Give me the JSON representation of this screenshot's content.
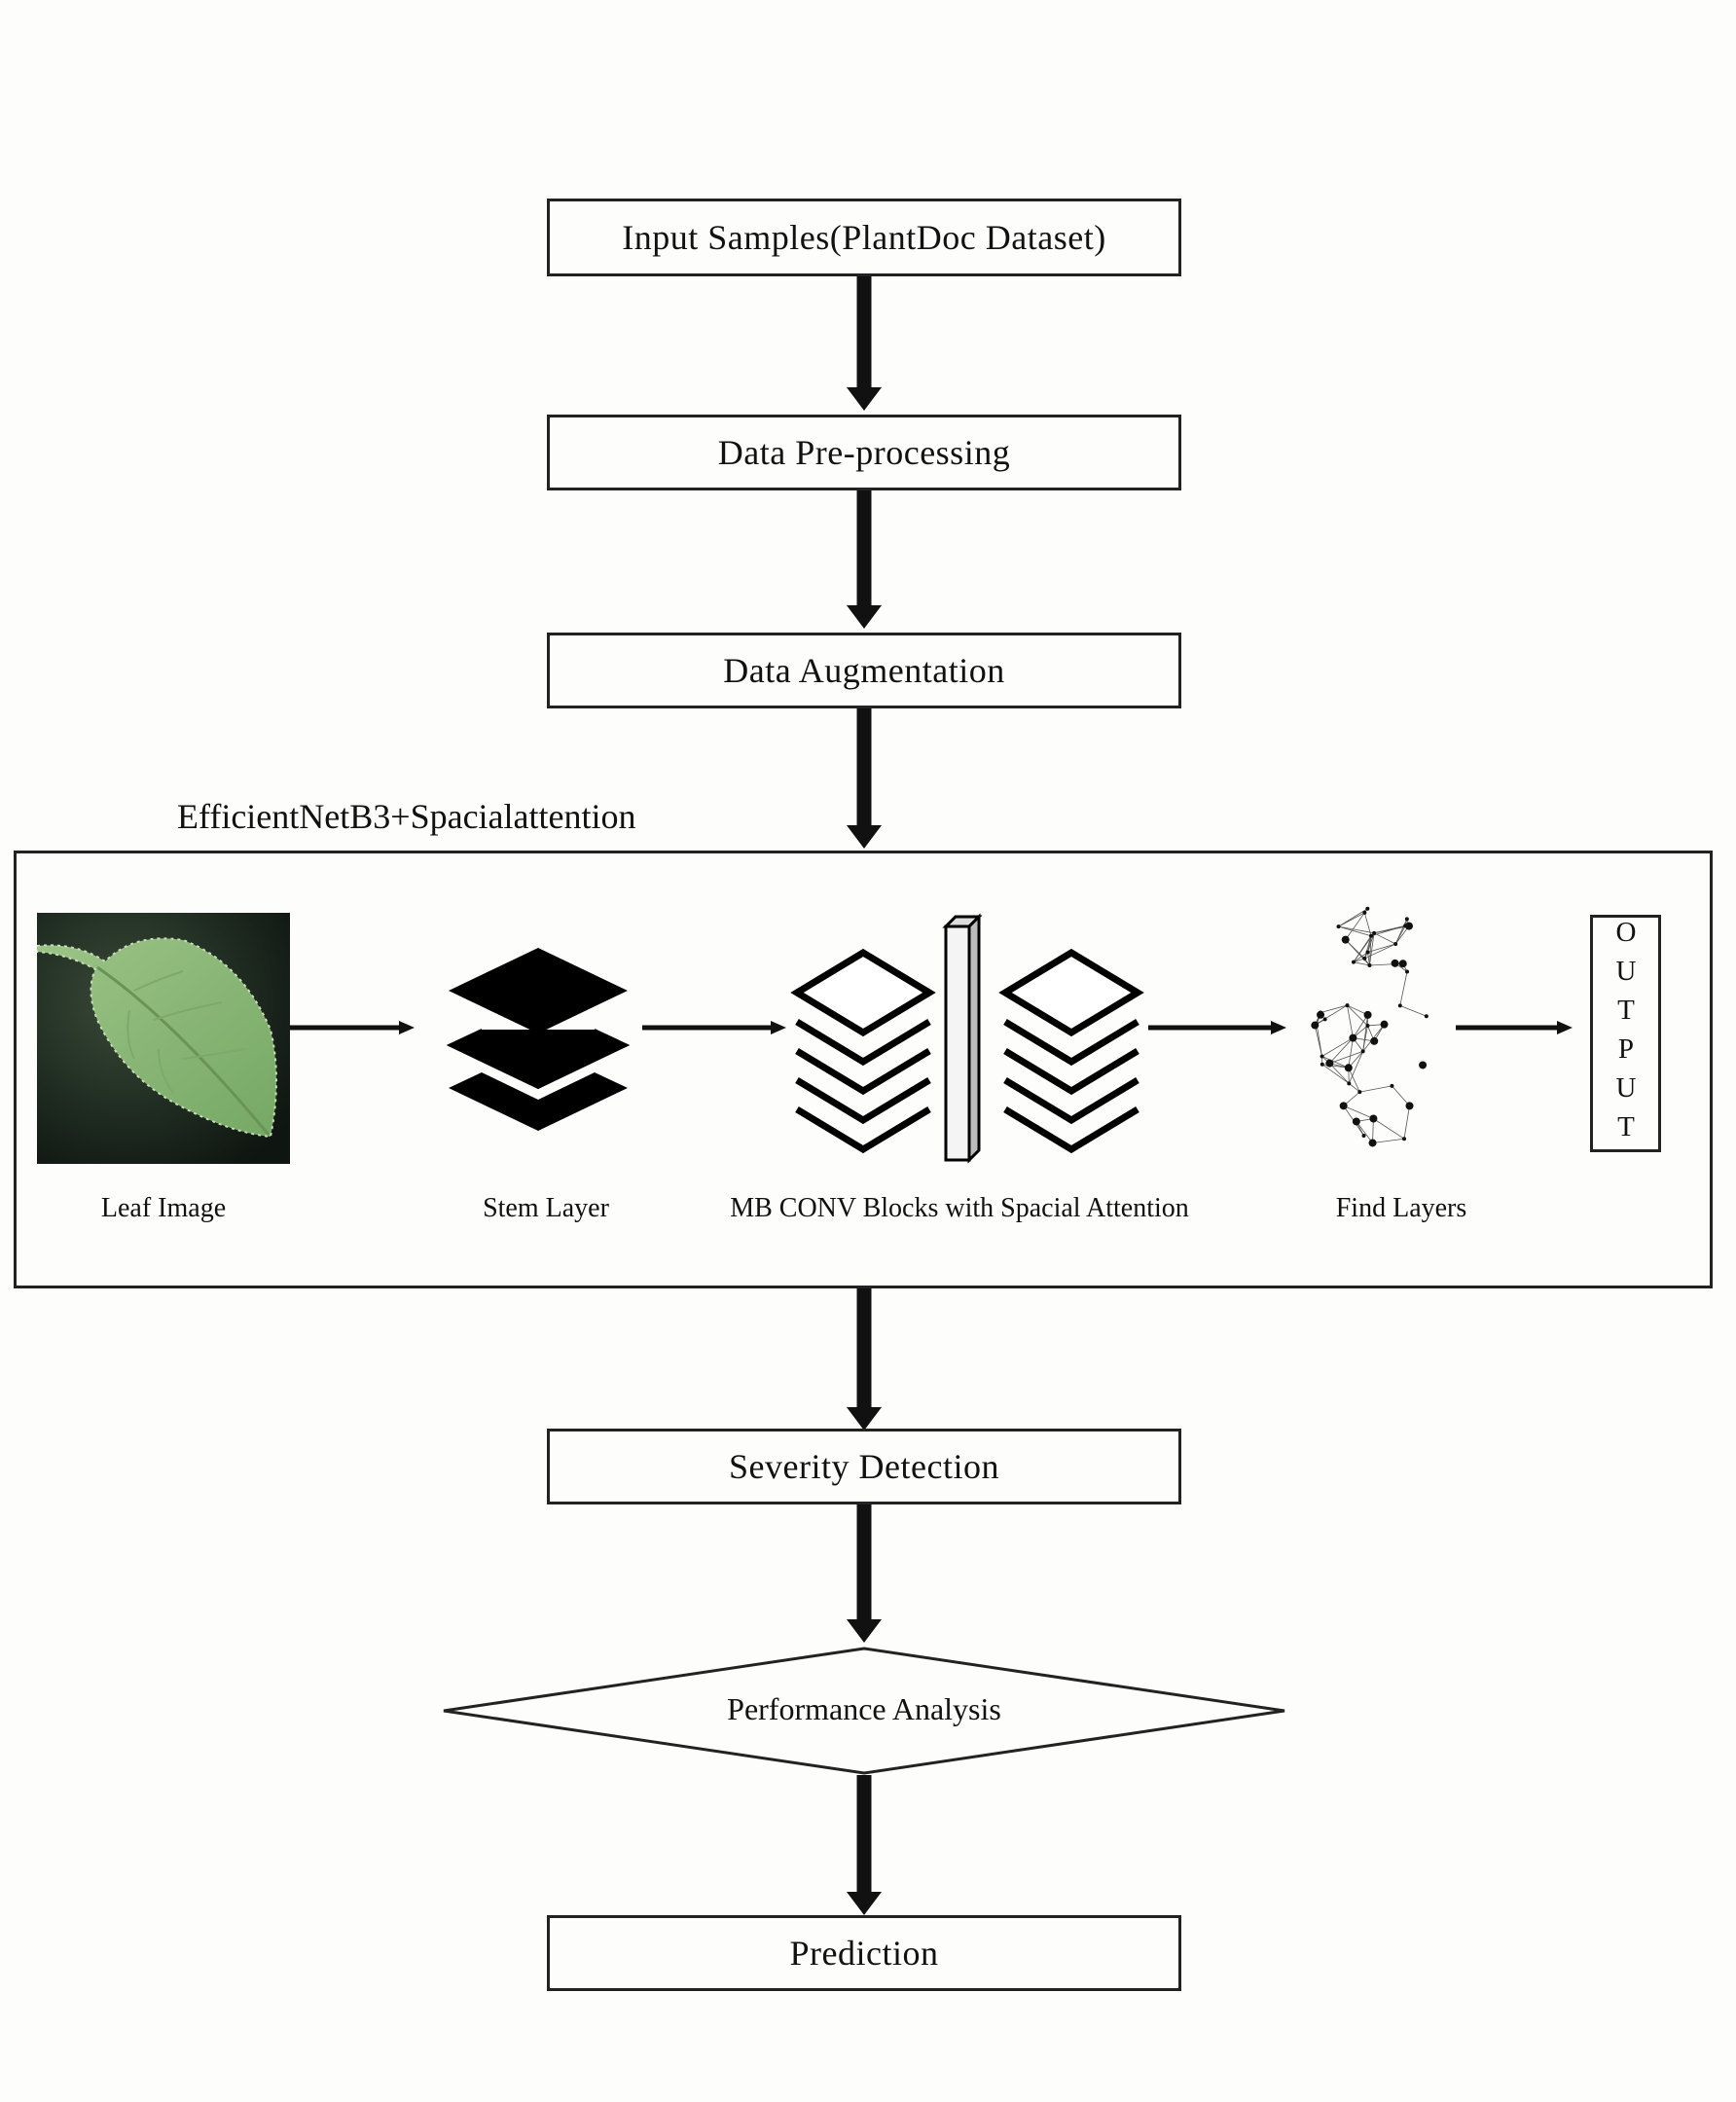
{
  "flow": {
    "input": "Input Samples(PlantDoc Dataset)",
    "preprocessing": "Data Pre-processing",
    "augmentation": "Data Augmentation",
    "model_title": "EfficientNetB3+Spacialattention",
    "severity": "Severity Detection",
    "performance": "Performance Analysis",
    "prediction": "Prediction"
  },
  "model": {
    "leaf_label": "Leaf Image",
    "stem_label": "Stem Layer",
    "mbconv_label": "MB CONV Blocks with Spacial Attention",
    "final_label": "Find Layers",
    "output_label": "OUTPUT"
  },
  "colors": {
    "line": "#111111",
    "leaf": "#8fba78",
    "leaf_background": "#1f2a22"
  }
}
